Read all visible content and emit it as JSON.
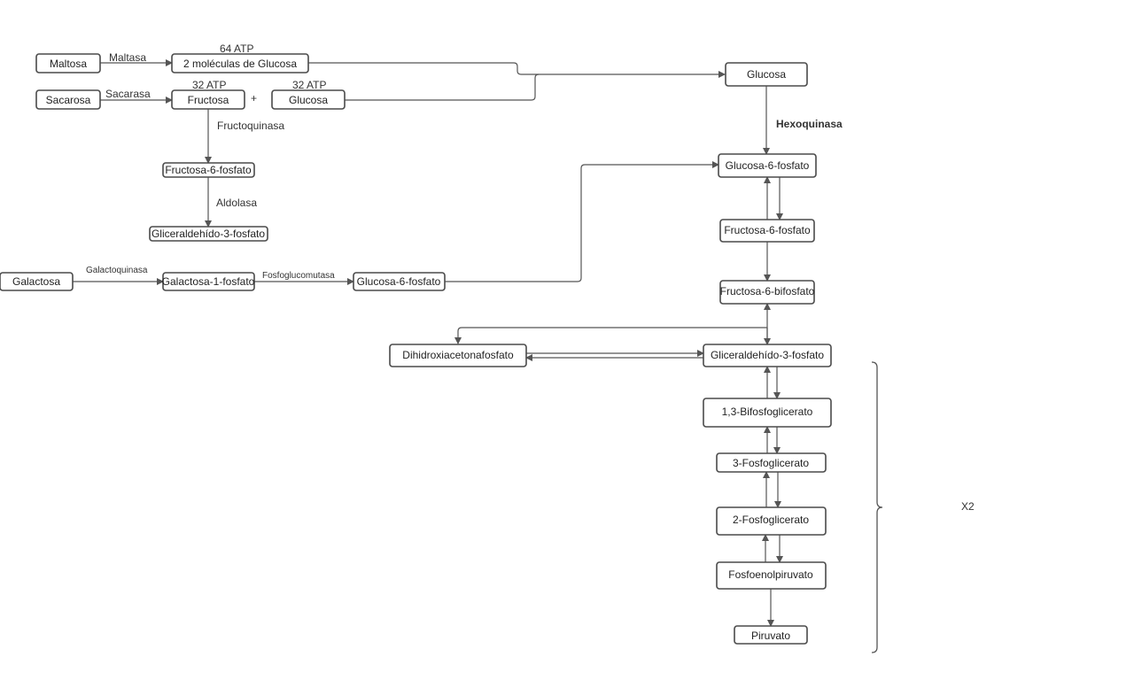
{
  "colors": {
    "box_stroke": "#4a4a4a",
    "edge": "#555555",
    "text": "#222222",
    "enzyme_green": "#3cb043",
    "atp_orange": "#c0440a",
    "hexoquinasa_magenta": "#e0159a"
  },
  "nodes": {
    "maltosa": "Maltosa",
    "glucosa2": "2 moléculas de Glucosa",
    "sacarosa": "Sacarosa",
    "fructosa": "Fructosa",
    "glucosa_b": "Glucosa",
    "fructosa6f_left": "Fructosa-6-fosfato",
    "gliceraldehido_left": "Gliceraldehído-3-fosfato",
    "galactosa": "Galactosa",
    "galactosa1f": "Galactosa-1-fosfato",
    "glucosa6f_left": "Glucosa-6-fosfato",
    "glucosa_main": "Glucosa",
    "glucosa6f": "Glucosa-6-fosfato",
    "fructosa6f": "Fructosa-6-fosfato",
    "fructosa6bif": "Fructosa-6-bifosfato",
    "dihidroxi": "Dihidroxiacetonafosfato",
    "gliceraldehido": "Gliceraldehído-3-fosfato",
    "bifosfoglicerato": "1,3-Bifosfoglicerato",
    "fosfoglicerato3": "3-Fosfoglicerato",
    "fosfoglicerato2": "2-Fosfoglicerato",
    "fosfoenol": "Fosfoenolpiruvato",
    "piruvato": "Piruvato"
  },
  "labels": {
    "maltasa": "Maltasa",
    "sacarasa": "Sacarasa",
    "atp64": "64 ATP",
    "atp32a": "32 ATP",
    "atp32b": "32 ATP",
    "plus": "+",
    "fructoquinasa": "Fructoquinasa",
    "aldolasa": "Aldolasa",
    "galactoquinasa": "Galactoquinasa",
    "fosfoglucomutasa": "Fosfoglucomutasa",
    "hexoquinasa": "Hexoquinasa",
    "x2": "X2"
  }
}
